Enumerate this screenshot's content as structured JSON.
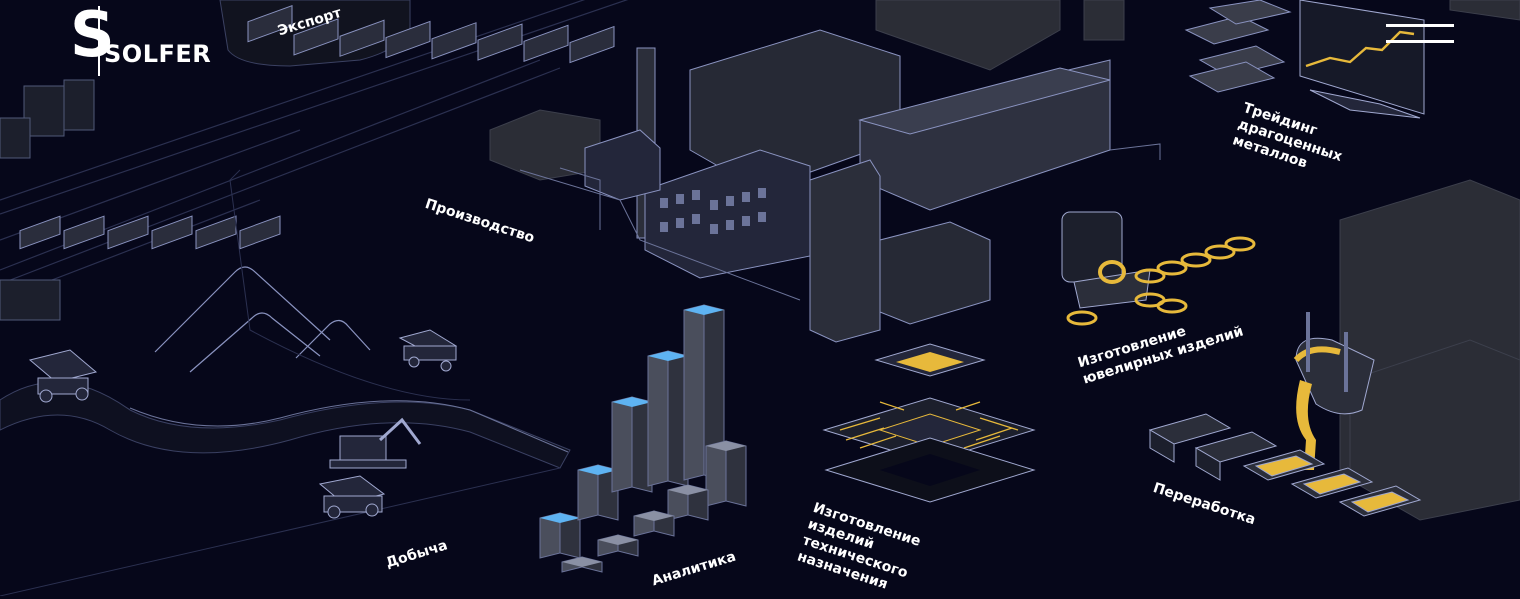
{
  "brand": {
    "logo_mark": "S",
    "name": "SOLFER"
  },
  "menu": {
    "icon": "hamburger-menu-icon"
  },
  "sections": {
    "export": "Экспорт",
    "production": "Производство",
    "trading": [
      "Трейдинг",
      "драгоценных",
      "металлов"
    ],
    "jewelry": [
      "Изготовление",
      "ювелирных изделий"
    ],
    "mining": "Добыча",
    "analytics": "Аналитика",
    "technical": [
      "Изготовление",
      "изделий",
      "технического",
      "назначения"
    ],
    "processing": "Переработка"
  },
  "colors": {
    "background": "#06071a",
    "outline": "#7d86b8",
    "gold": "#e7b93b",
    "accent_blue": "#5eb3f2",
    "block": "#3a3d4a"
  }
}
